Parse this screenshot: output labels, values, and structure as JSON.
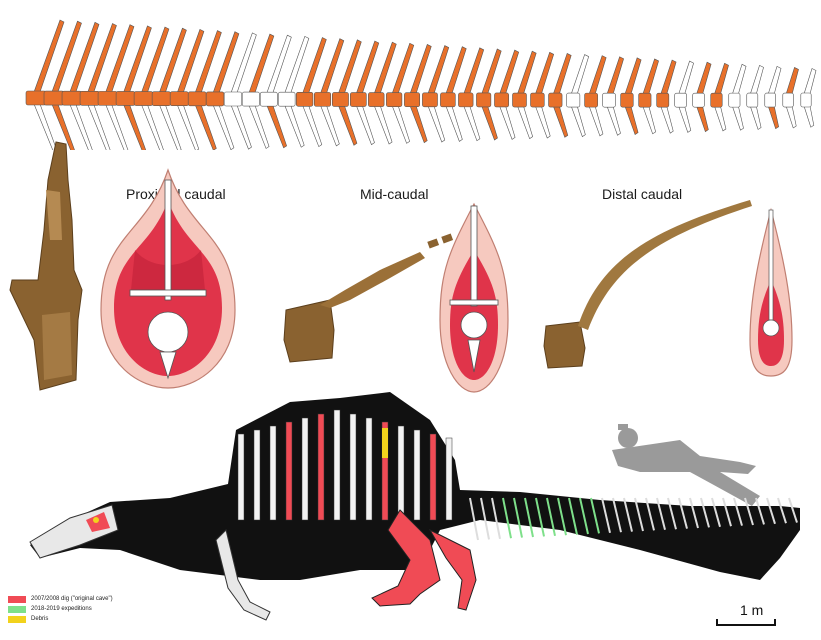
{
  "labels": {
    "proximal": "Proximal caudal",
    "mid": "Mid-caudal",
    "distal": "Distal caudal"
  },
  "legend": [
    {
      "color": "#f04b55",
      "text": "2007/2008 dig (\"original cave\")"
    },
    {
      "color": "#7ee08a",
      "text": "2018-2019 expeditions"
    },
    {
      "color": "#f2d21c",
      "text": "Debris"
    }
  ],
  "scale_bar": {
    "label": "1 m"
  },
  "colors": {
    "preserved_bone": "#e8702a",
    "missing_bone": "#ffffff",
    "fossil_brown": "#8a6230",
    "muscle_red": "#e0344a",
    "fat_pink": "#f6c9bf",
    "body_black": "#111111",
    "silhouette_grey": "#9a9a9a"
  }
}
